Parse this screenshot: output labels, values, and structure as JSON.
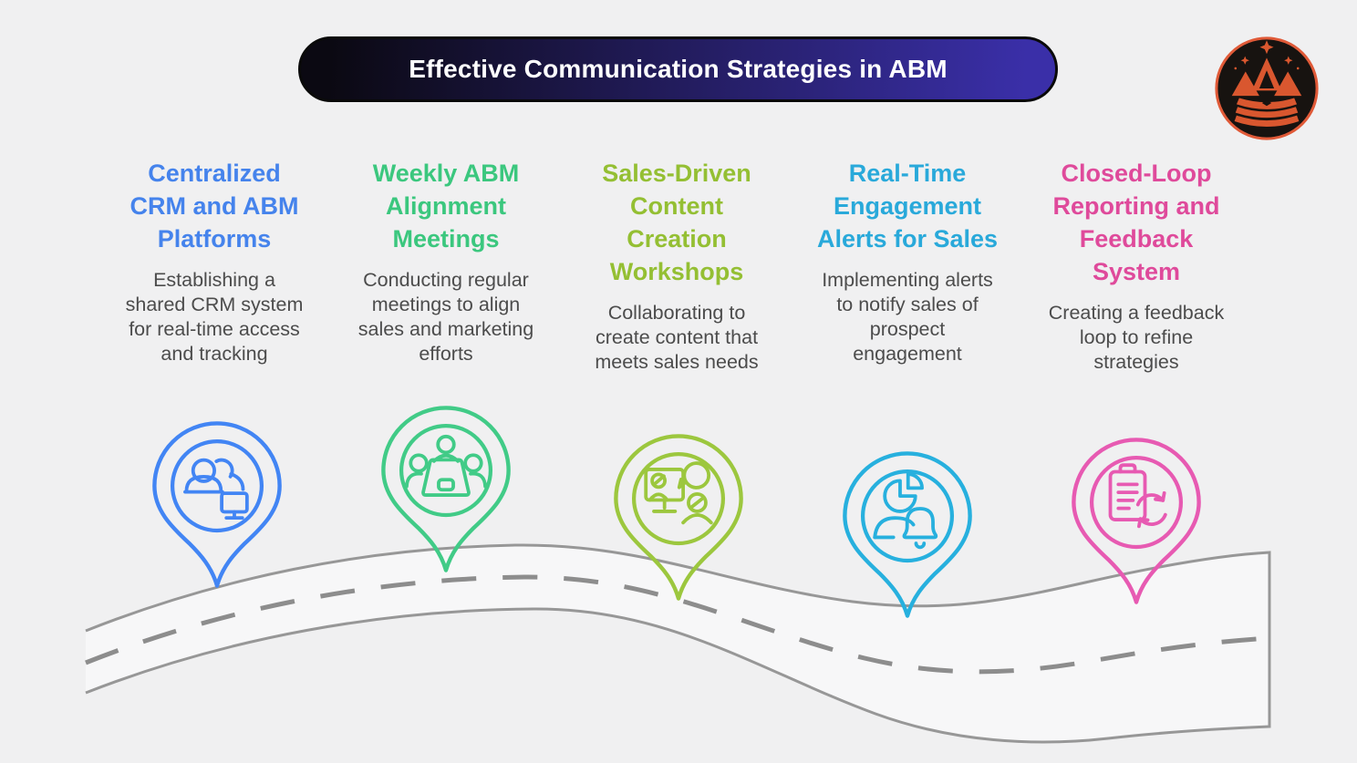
{
  "title": "Effective Communication Strategies in ABM",
  "colors": {
    "page_bg": "#f0f0f1",
    "banner_start": "#0b0912",
    "banner_end": "#3a2fa8",
    "banner_border": "#0a0a0a",
    "banner_text": "#ffffff",
    "body_text": "#4c4c4c",
    "road_fill": "#f7f7f8",
    "road_edge": "#979797",
    "road_dash": "#8d8d8d",
    "logo_ring": "#e05a38",
    "logo_bg": "#171310",
    "logo_accent": "#d9572f"
  },
  "steps": [
    {
      "heading": "Centralized\nCRM and ABM\nPlatforms",
      "description": "Establishing a\nshared CRM system\nfor real-time access\nand tracking",
      "heading_color": "#4583ec",
      "pin_color": "#4285f4",
      "pin_fill": "#e4eefc",
      "icon": "users-monitor-icon"
    },
    {
      "heading": "Weekly ABM\nAlignment\nMeetings",
      "description": "Conducting regular\nmeetings to align\nsales and marketing\nefforts",
      "heading_color": "#3bc77e",
      "pin_color": "#41cb87",
      "pin_fill": "#e1f9ec",
      "icon": "meeting-table-icon"
    },
    {
      "heading": "Sales-Driven\nContent\nCreation\nWorkshops",
      "description": "Collaborating to\ncreate content that\nmeets sales needs",
      "heading_color": "#94bf33",
      "pin_color": "#9cc73e",
      "pin_fill": "#eff7d6",
      "icon": "video-chat-icon"
    },
    {
      "heading": "Real-Time\nEngagement\nAlerts for Sales",
      "description": "Implementing alerts\nto notify sales of\nprospect\nengagement",
      "heading_color": "#29a9da",
      "pin_color": "#27b0de",
      "pin_fill": "#dcf2fb",
      "icon": "pie-person-bell-icon"
    },
    {
      "heading": "Closed-Loop\nReporting and\nFeedback\nSystem",
      "description": "Creating a feedback\nloop to refine\nstrategies",
      "heading_color": "#df4a9b",
      "pin_color": "#e75ab2",
      "pin_fill": "#fbdcf0",
      "icon": "clipboard-sync-icon"
    }
  ]
}
